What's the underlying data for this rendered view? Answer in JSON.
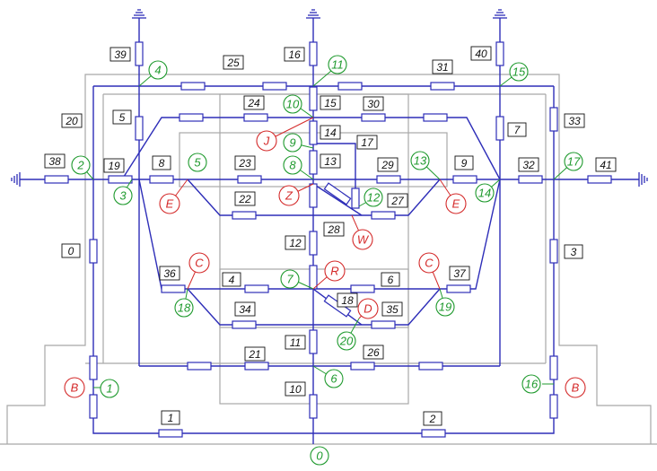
{
  "elements": [
    "0",
    "1",
    "2",
    "3",
    "4",
    "5",
    "6",
    "7",
    "8",
    "9",
    "10",
    "11",
    "12",
    "13",
    "14",
    "15",
    "16",
    "17",
    "18",
    "19",
    "20",
    "21",
    "22",
    "23",
    "24",
    "25",
    "26",
    "27",
    "28",
    "29",
    "30",
    "31",
    "32",
    "33",
    "34",
    "35",
    "36",
    "37",
    "38",
    "39",
    "40",
    "41"
  ],
  "nodes": [
    "0",
    "1",
    "2",
    "3",
    "4",
    "5",
    "6",
    "7",
    "8",
    "9",
    "10",
    "11",
    "12",
    "13",
    "14",
    "15",
    "16",
    "17",
    "18",
    "19",
    "20"
  ],
  "contacts": [
    "B",
    "B",
    "E",
    "E",
    "C",
    "C",
    "J",
    "Z",
    "W",
    "R",
    "D"
  ],
  "colors": {
    "wire": "#2e2eb8",
    "node": "#1f9a2e",
    "contact": "#d42a2a",
    "frame": "#a8a8a8"
  }
}
